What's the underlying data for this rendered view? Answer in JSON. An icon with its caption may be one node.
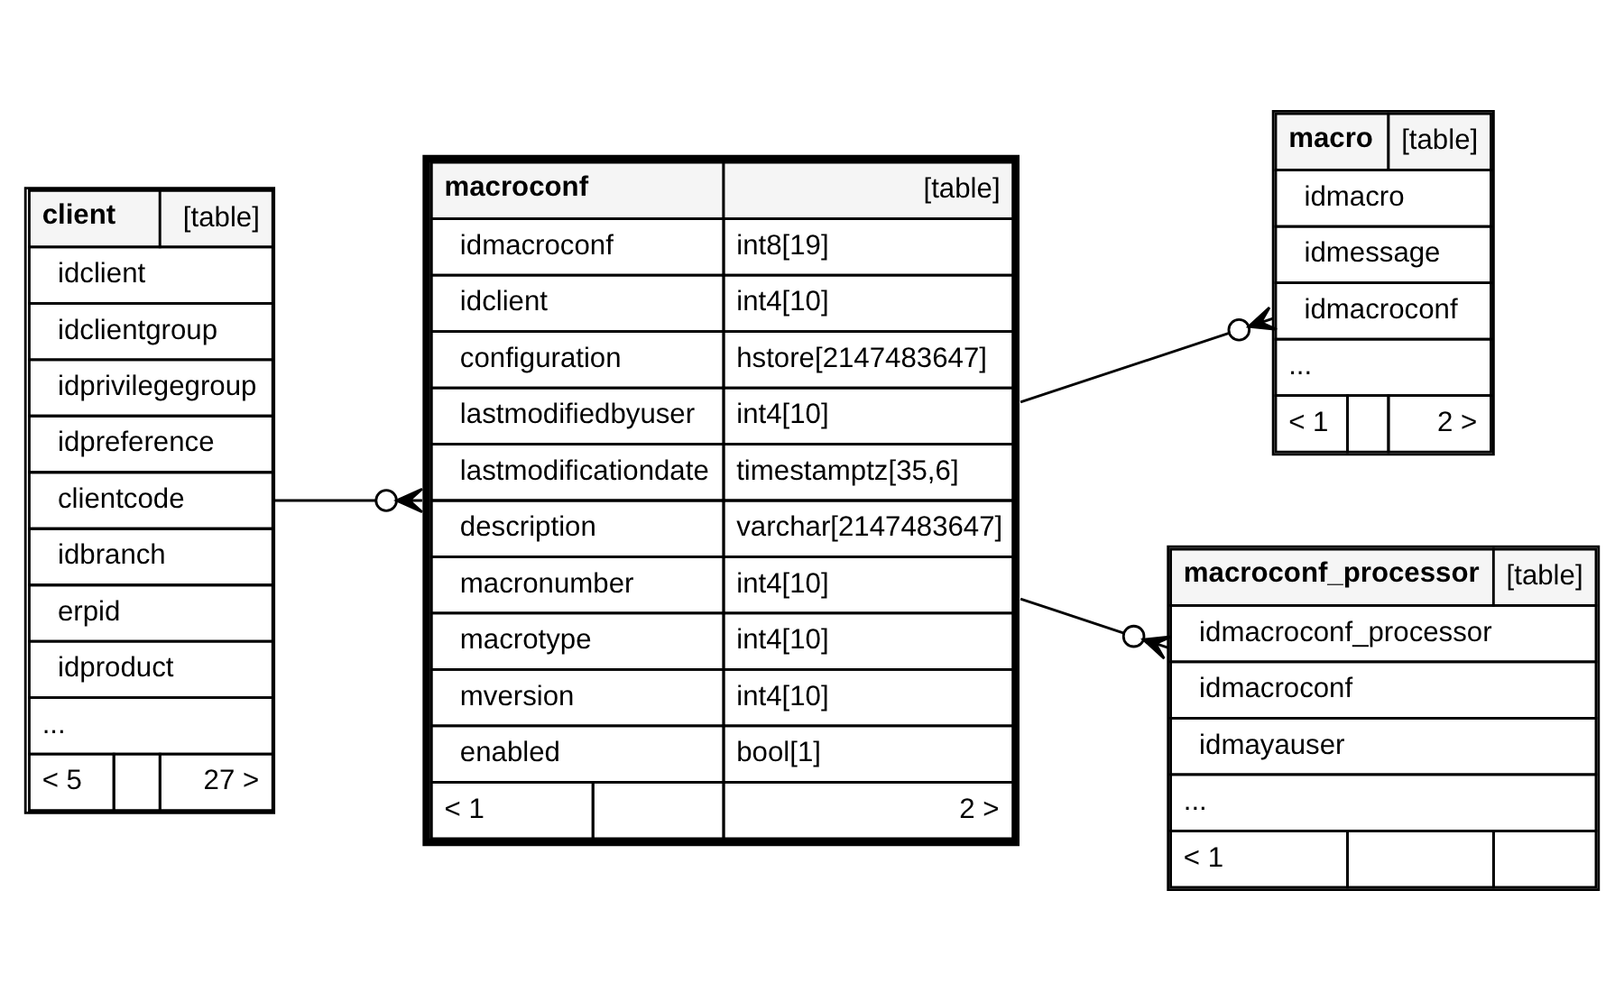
{
  "diagram": {
    "nodes": [
      {
        "text": [
          "client",
          "[table]",
          "idclient",
          "idclientgroup",
          "idprivilegegroup",
          "idpreference",
          "clientcode",
          "idbranch",
          "erpid",
          "idproduct",
          "...",
          "< 5",
          "27 >"
        ]
      },
      {
        "text": [
          "macroconf",
          "[table]",
          "idmacroconf",
          "int8[19]",
          "idclient",
          "int4[10]",
          "configuration",
          "hstore[2147483647]",
          "lastmodifiedbyuser",
          "int4[10]",
          "lastmodificationdate",
          "timestamptz[35,6]",
          "description",
          "varchar[2147483647]",
          "macronumber",
          "int4[10]",
          "macrotype",
          "int4[10]",
          "mversion",
          "int4[10]",
          "enabled",
          "bool[1]",
          "< 1",
          "2 >"
        ]
      },
      {
        "text": [
          "macro",
          "[table]",
          "idmacro",
          "idmessage",
          "idmacroconf",
          "...",
          "< 1",
          "2 >"
        ]
      },
      {
        "text": [
          "macroconf_processor",
          "[table]",
          "idmacroconf_processor",
          "idmacroconf",
          "idmayauser",
          "...",
          "< 1"
        ]
      }
    ],
    "edges": [
      {
        "from": 0,
        "to": 1,
        "arrow": "other"
      },
      {
        "from": 1,
        "to": 2,
        "arrow": "other"
      },
      {
        "from": 1,
        "to": 3,
        "arrow": "other"
      }
    ]
  }
}
